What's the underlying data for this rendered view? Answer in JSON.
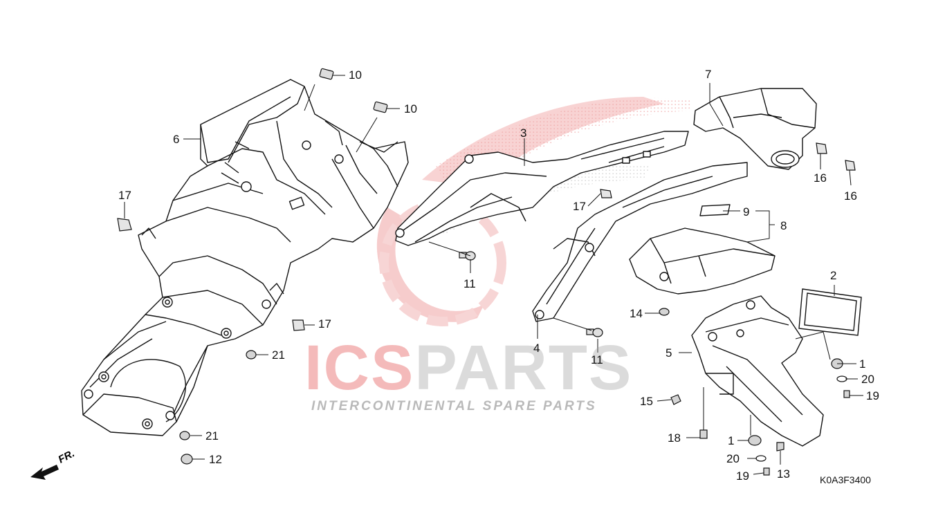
{
  "watermark": {
    "title_part1": "ICS",
    "title_part2": "PARTS",
    "subtitle": "INTERCONTINENTAL SPARE PARTS",
    "color_red": "#e23b3b",
    "color_gray": "#b9b9b9"
  },
  "diagram_code": "K0A3F3400",
  "direction_label": "FR.",
  "callouts": {
    "c10a": "10",
    "c10b": "10",
    "c6": "6",
    "c17a": "17",
    "c17b": "17",
    "c17c": "17",
    "c21a": "21",
    "c21b": "21",
    "c12": "12",
    "c3": "3",
    "c11a": "11",
    "c11b": "11",
    "c4": "4",
    "c7": "7",
    "c16a": "16",
    "c16b": "16",
    "c9": "9",
    "c8": "8",
    "c2": "2",
    "c14": "14",
    "c5": "5",
    "c1a": "1",
    "c1b": "1",
    "c20a": "20",
    "c20b": "20",
    "c19a": "19",
    "c19b": "19",
    "c15": "15",
    "c18": "18",
    "c13": "13"
  }
}
